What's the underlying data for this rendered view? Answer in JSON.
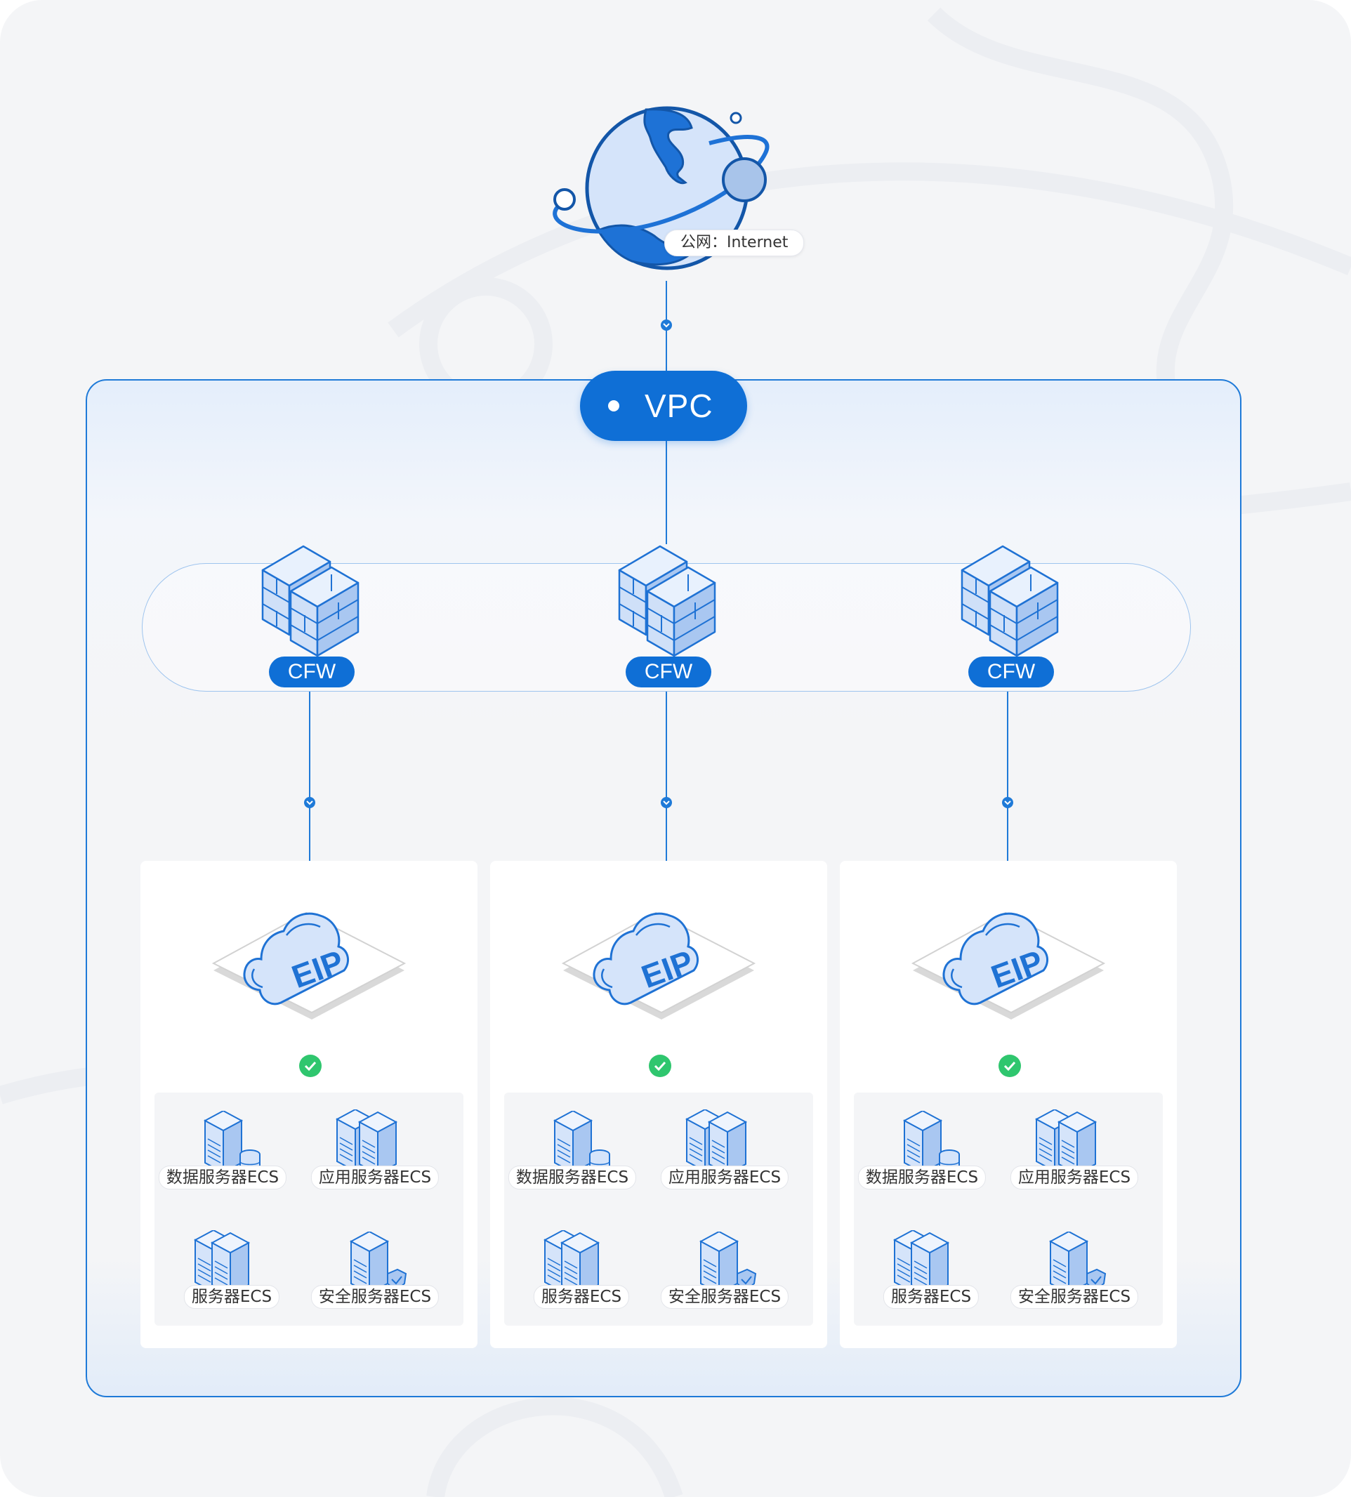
{
  "internet": {
    "label": "公网：Internet"
  },
  "vpc": {
    "label": "VPC"
  },
  "firewalls": [
    {
      "label": "CFW"
    },
    {
      "label": "CFW"
    },
    {
      "label": "CFW"
    }
  ],
  "subnets": [
    {
      "eip_label": "EIP",
      "servers": [
        {
          "label": "数据服务器ECS",
          "icon": "database-server-icon"
        },
        {
          "label": "应用服务器ECS",
          "icon": "application-server-icon"
        },
        {
          "label": "服务器ECS",
          "icon": "server-icon"
        },
        {
          "label": "安全服务器ECS",
          "icon": "security-server-icon"
        }
      ]
    },
    {
      "eip_label": "EIP",
      "servers": [
        {
          "label": "数据服务器ECS",
          "icon": "database-server-icon"
        },
        {
          "label": "应用服务器ECS",
          "icon": "application-server-icon"
        },
        {
          "label": "服务器ECS",
          "icon": "server-icon"
        },
        {
          "label": "安全服务器ECS",
          "icon": "security-server-icon"
        }
      ]
    },
    {
      "eip_label": "EIP",
      "servers": [
        {
          "label": "数据服务器ECS",
          "icon": "database-server-icon"
        },
        {
          "label": "应用服务器ECS",
          "icon": "application-server-icon"
        },
        {
          "label": "服务器ECS",
          "icon": "server-icon"
        },
        {
          "label": "安全服务器ECS",
          "icon": "security-server-icon"
        }
      ]
    }
  ],
  "colors": {
    "primary": "#0f6fd6",
    "line": "#1f7ad8",
    "check": "#2fc66e",
    "background": "#f4f5f7"
  }
}
